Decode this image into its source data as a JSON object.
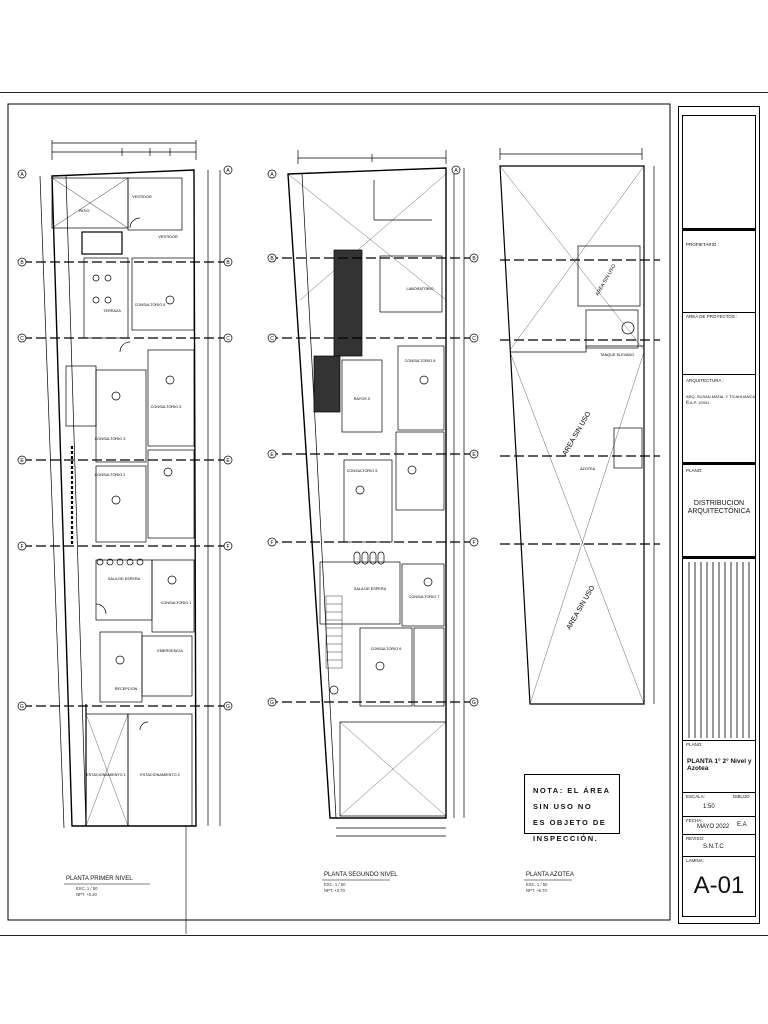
{
  "plans": {
    "first": {
      "title": "PLANTA PRIMER NIVEL",
      "scale": "ESC. 1 / 50",
      "npt": "NPT. +0.20",
      "rooms": [
        "PATIO",
        "VESTIDOR",
        "VESTIDOR",
        "TERRAZA",
        "CONSULTORIO 6",
        "CONSULTORIO 5",
        "CONSULTORIO 3",
        "CONSULTORIO 2",
        "SALA DE ESPERA",
        "CONSULTORIO 1",
        "EMERGENCIA",
        "RECEPCION",
        "ESTACIONAMIENTO 1",
        "ESTACIONAMIENTO 2"
      ]
    },
    "second": {
      "title": "PLANTA SEGUNDO NIVEL",
      "scale": "ESC. 1 / 50",
      "npt": "NPT. +3.70",
      "rooms": [
        "LABORATORIO",
        "CONSULTORIO 8",
        "RAYOS X",
        "CONSULTORIO 5",
        "SALA DE ESPERA",
        "CONSULTORIO 7",
        "CONSULTORIO 6"
      ]
    },
    "roof": {
      "title": "PLANTA AZOTEA",
      "scale": "ESC. 1 / 50",
      "npt": "NPT. +6.70",
      "labels": [
        "AREA SIN USO",
        "TANQUE ELEVADO",
        "AZOTEA",
        "AREA SIN USO",
        "AREA SIN USO"
      ]
    }
  },
  "axes": [
    "A",
    "B",
    "C",
    "E",
    "F",
    "G"
  ],
  "note": {
    "line1": "NOTA: EL ÁREA SIN USO NO",
    "line2": "ES OBJETO DE INSPECCIÓN."
  },
  "title_block": {
    "owner_label": "PROPIETARIO :",
    "project_area_label": "AREA DE PROYECTOS :",
    "architecture_label": "ARQUITECTURA :",
    "architect": "ARQ. SUSAN MATAL Y TICAHUANCA C.",
    "cap": "C.A.P. 19331",
    "content_label": "PLANO:",
    "content": "DISTRIBUCION ARQUITECTÓNICA",
    "plan_label": "PLANO:",
    "plan_name": "PLANTA 1° 2° Nivel y Azotea",
    "scale_label": "ESCALA:",
    "scale": "1:50",
    "date_label": "FECHA:",
    "date": "MAYO 2022",
    "drawn_label": "DIBUJO:",
    "drawn": "E.A",
    "reviewed_label": "REVISO:",
    "reviewed": "S.N.T.C",
    "sheet_label": "LAMINA:",
    "sheet": "A-01"
  }
}
